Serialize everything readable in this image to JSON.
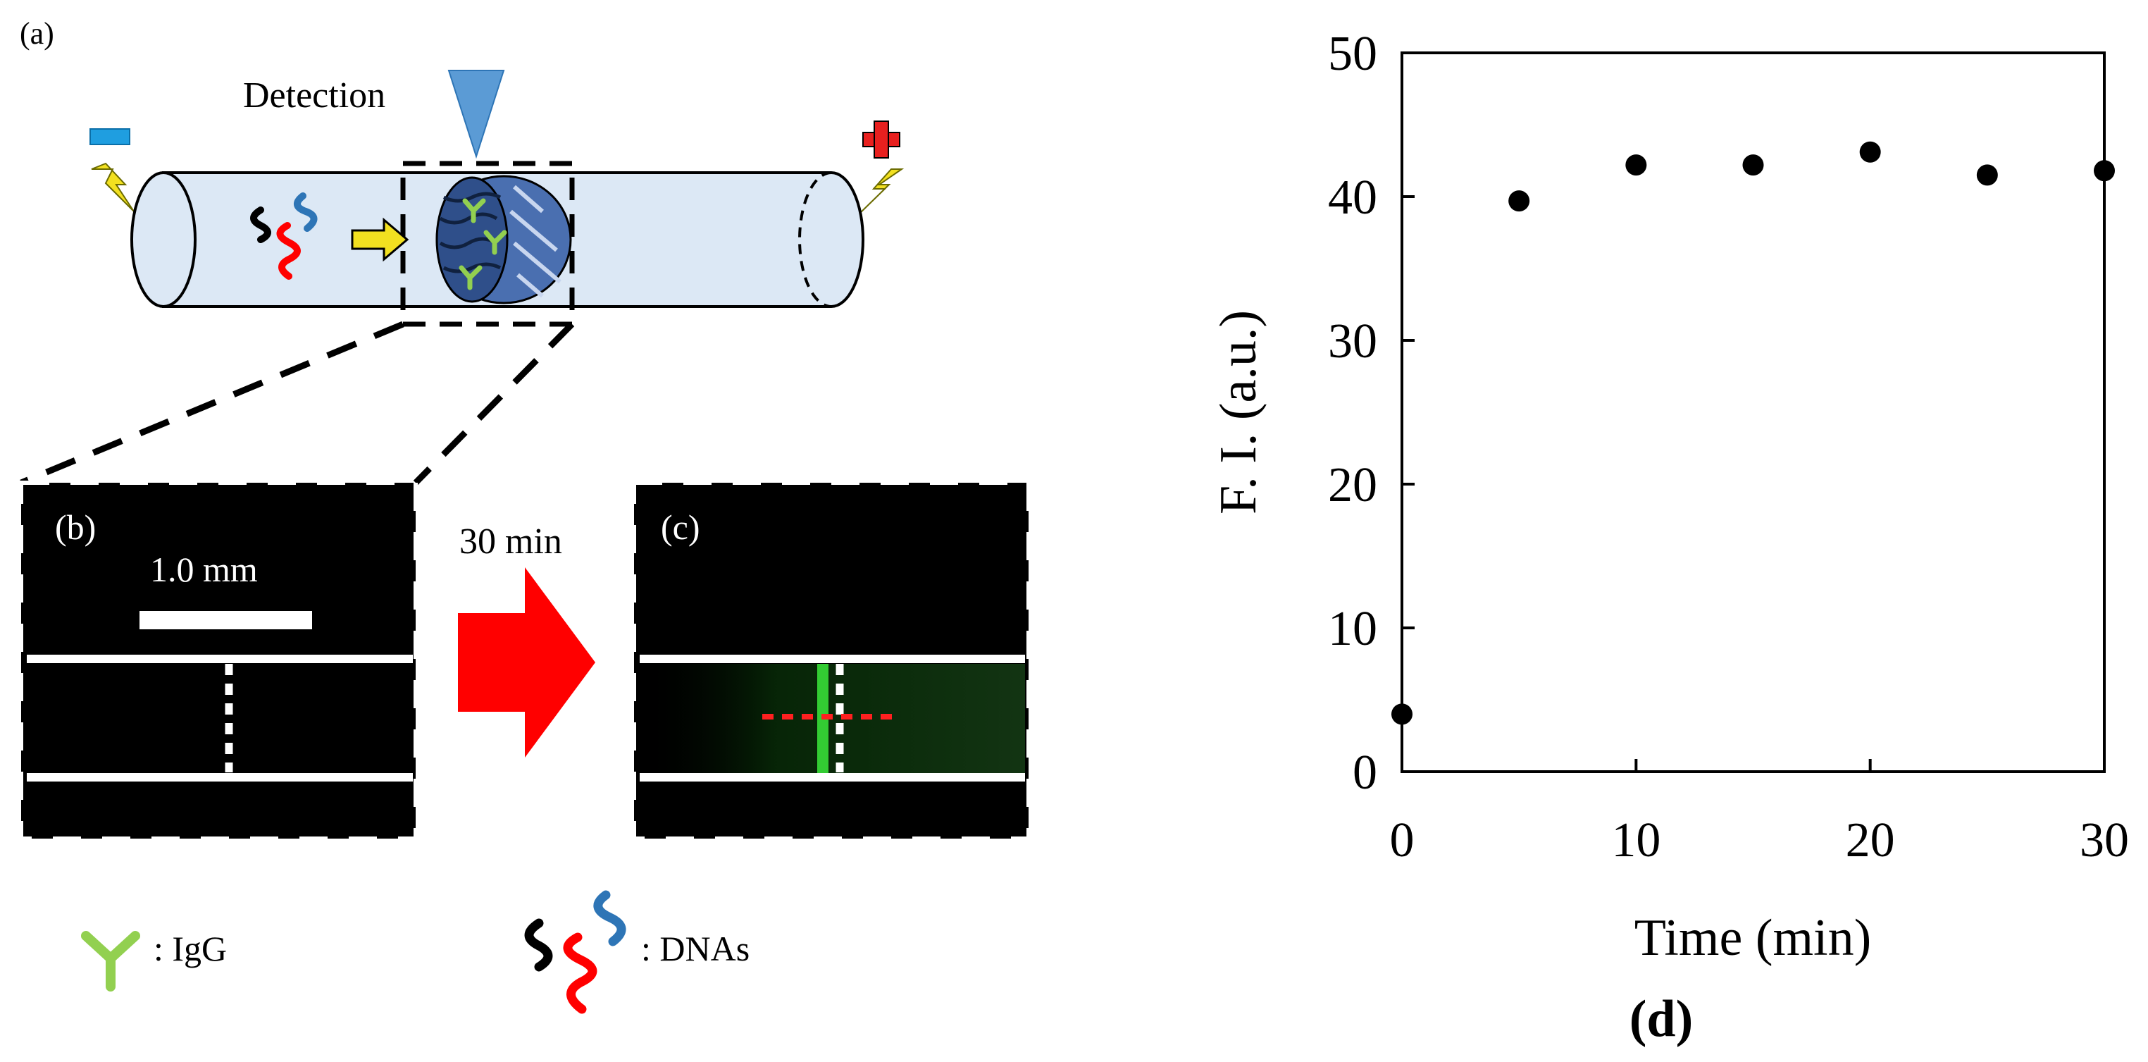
{
  "panel_a": {
    "label": "(a)",
    "detection_label": "Detection",
    "minus_sign": "−",
    "plus_sign": "+"
  },
  "panel_b": {
    "label": "(b)",
    "scale_label": "1.0 mm"
  },
  "arrow_label": "30 min",
  "panel_c": {
    "label": "(c)"
  },
  "legend": {
    "igg_label": ": IgG",
    "dna_label": ": DNAs"
  },
  "colors": {
    "tube_fill": "#dce8f5",
    "minus_blue": "#1f9ee0",
    "plus_red": "#e8201f",
    "detector_blue": "#5b9bd5",
    "lightning_yellow": "#f2e020",
    "arrow_red": "#ff0000",
    "igg_green": "#92d050",
    "dna_black": "#000000",
    "dna_red": "#ff0000",
    "dna_blue": "#2e75b6",
    "fluorescence_green": "#33cc33",
    "red_dotted": "#ff2020"
  },
  "chart_data": {
    "type": "scatter",
    "panel_label": "(d)",
    "xlabel": "Time (min)",
    "ylabel": "F. I. (a.u.)",
    "xlim": [
      0,
      30
    ],
    "ylim": [
      0,
      50
    ],
    "xticks": [
      0,
      10,
      20,
      30
    ],
    "yticks": [
      0,
      10,
      20,
      30,
      40,
      50
    ],
    "grid": false,
    "series": [
      {
        "x": [
          0,
          5,
          10,
          15,
          20,
          25,
          30
        ],
        "y": [
          4.0,
          39.7,
          42.2,
          42.2,
          43.1,
          41.5,
          41.8
        ]
      }
    ]
  }
}
